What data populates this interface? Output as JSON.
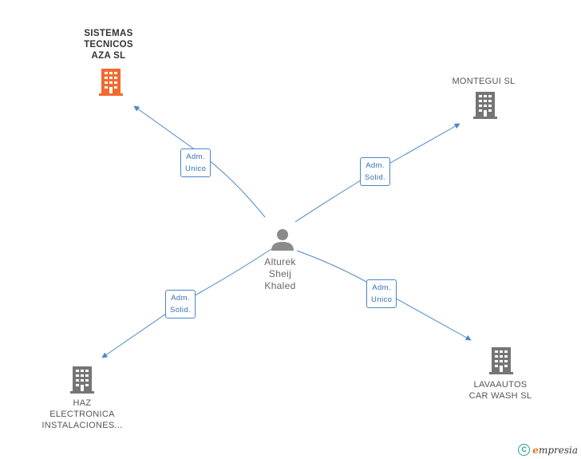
{
  "center": {
    "name": "Alturek\nSheij\nKhaled",
    "icon": "person-icon"
  },
  "nodes": [
    {
      "id": "sistemas",
      "label": "SISTEMAS\nTECNICOS\nAZA SL",
      "icon": "building-icon",
      "color": "#f26a2e",
      "highlight": true
    },
    {
      "id": "montegui",
      "label": "MONTEGUI SL",
      "icon": "building-icon",
      "color": "#757575",
      "highlight": false
    },
    {
      "id": "haz",
      "label": "HAZ\nELECTRONICA\nINSTALACIONES...",
      "icon": "building-icon",
      "color": "#757575",
      "highlight": false
    },
    {
      "id": "lavaautos",
      "label": "LAVAAUTOS\nCAR WASH SL",
      "icon": "building-icon",
      "color": "#757575",
      "highlight": false
    }
  ],
  "edges": [
    {
      "to": "sistemas",
      "role_line1": "Adm.",
      "role_line2": "Unico"
    },
    {
      "to": "montegui",
      "role_line1": "Adm.",
      "role_line2": "Solid."
    },
    {
      "to": "haz",
      "role_line1": "Adm.",
      "role_line2": "Solid."
    },
    {
      "to": "lavaautos",
      "role_line1": "Adm.",
      "role_line2": "Unico"
    }
  ],
  "footer": {
    "copyright_symbol": "C",
    "brand_initial": "e",
    "brand_rest": "mpresia"
  },
  "colors": {
    "edge": "#4a86c8",
    "person": "#8a8a8a"
  }
}
